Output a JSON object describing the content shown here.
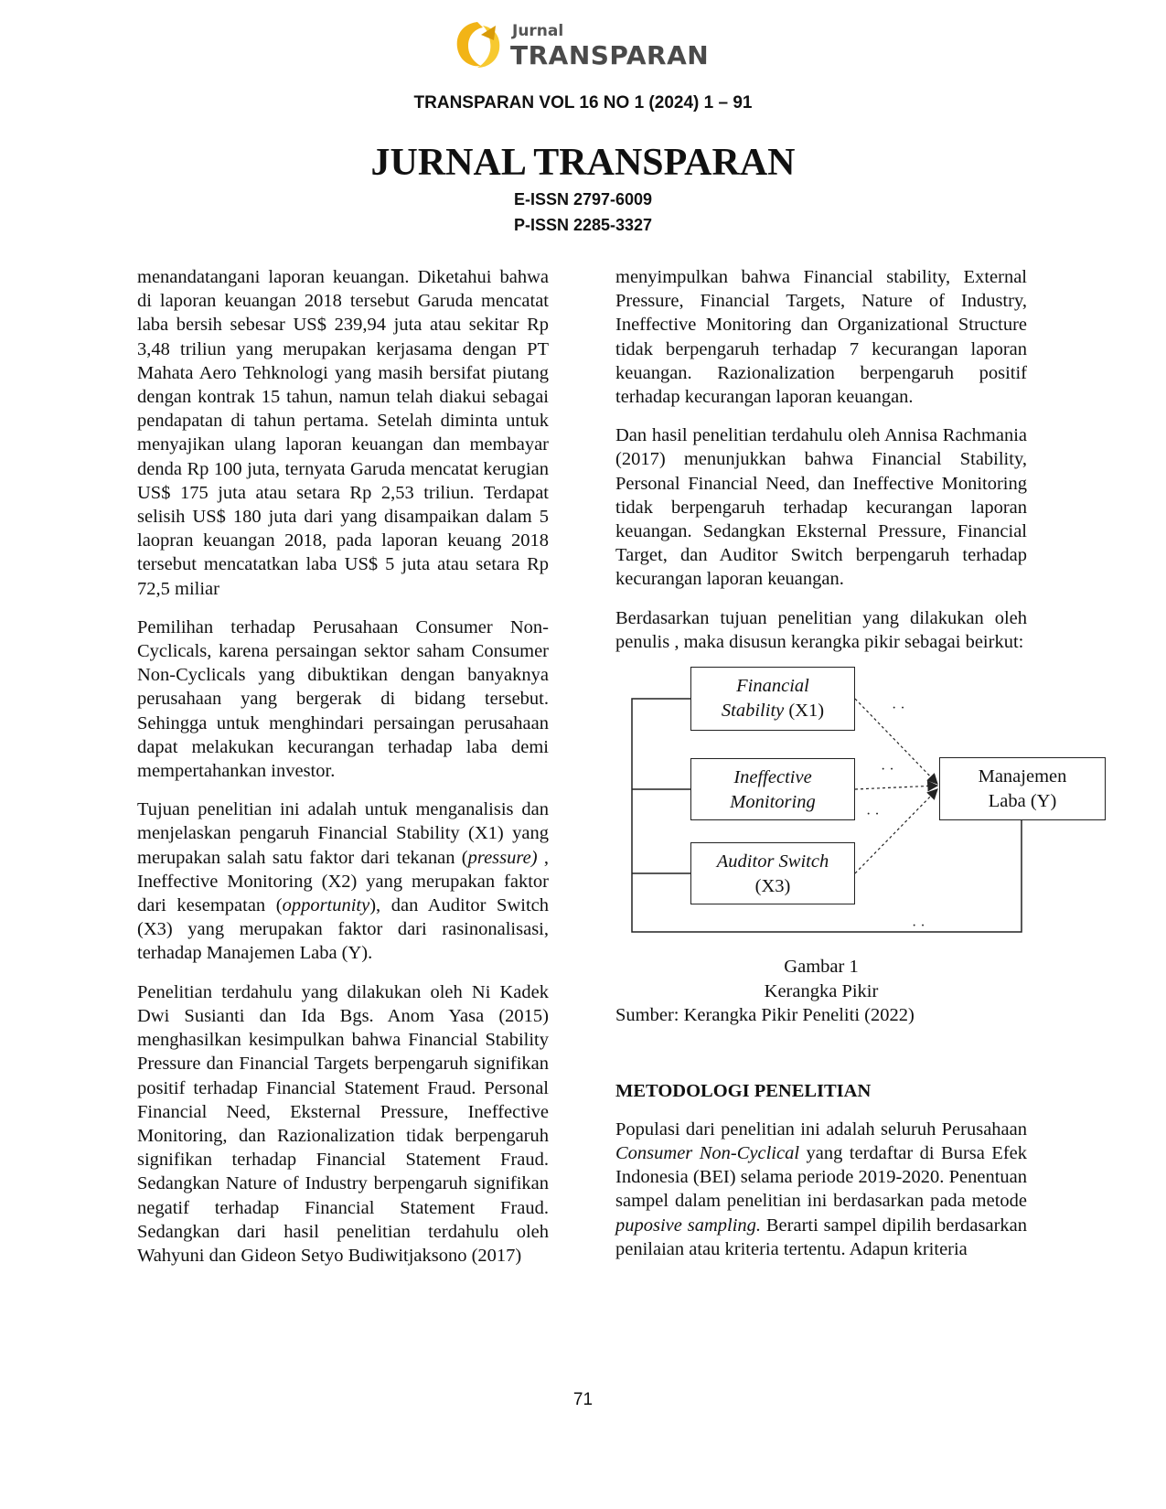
{
  "header": {
    "logo_small": "Jurnal",
    "logo_big": "TRANSPARAN",
    "volume": "TRANSPARAN VOL 16 NO 1 (2024) 1 – 91",
    "journal_title": "JURNAL TRANSPARAN",
    "eissn": "E-ISSN 2797-6009",
    "pissn": "P-ISSN 2285-3327"
  },
  "left_column": {
    "p1": "menandatangani laporan keuangan. Diketahui bahwa di laporan keuangan 2018 tersebut Garuda mencatat laba bersih sebesar US$ 239,94 juta atau sekitar Rp 3,48 triliun yang merupakan kerjasama dengan PT Mahata Aero Tehknologi yang masih bersifat piutang dengan kontrak 15 tahun, namun telah diakui sebagai pendapatan di tahun pertama. Setelah diminta untuk menyajikan ulang laporan keuangan dan membayar denda Rp 100 juta, ternyata Garuda mencatat kerugian US$ 175 juta atau setara Rp 2,53 triliun. Terdapat selisih US$ 180 juta dari yang disampaikan dalam 5 laopran keuangan 2018, pada laporan keuang 2018 tersebut mencatatkan laba US$ 5 juta atau setara Rp 72,5 miliar",
    "p2": "Pemilihan terhadap Perusahaan Consumer Non-Cyclicals, karena persaingan sektor saham Consumer Non-Cyclicals yang dibuktikan dengan banyaknya perusahaan yang bergerak di bidang tersebut. Sehingga untuk menghindari persaingan perusahaan dapat melakukan kecurangan terhadap laba demi mempertahankan investor.",
    "p3_a": "Tujuan penelitian ini adalah untuk menganalisis dan menjelaskan pengaruh Financial Stability (X1) yang merupakan salah satu faktor dari tekanan (",
    "p3_b": "pressure)",
    "p3_c": " , Ineffective Monitoring (X2) yang merupakan faktor dari kesempatan (",
    "p3_d": "opportunity",
    "p3_e": "), dan Auditor Switch (X3) yang merupakan faktor dari rasinonalisasi, terhadap Manajemen Laba (Y).",
    "p4": "Penelitian terdahulu yang dilakukan oleh Ni Kadek Dwi Susianti dan Ida Bgs. Anom Yasa (2015) menghasilkan kesimpulkan bahwa Financial Stability Pressure dan Financial Targets berpengaruh signifikan positif terhadap Financial Statement Fraud. Personal Financial Need, Eksternal Pressure, Ineffective Monitoring, dan Razionalization tidak berpengaruh signifikan terhadap Financial Statement Fraud. Sedangkan Nature of Industry berpengaruh signifikan negatif terhadap Financial Statement Fraud. Sedangkan dari hasil penelitian terdahulu oleh Wahyuni dan Gideon Setyo Budiwitjaksono (2017)"
  },
  "right_column": {
    "p1": "menyimpulkan bahwa Financial stability, External Pressure, Financial Targets, Nature of Industry, Ineffective Monitoring dan Organizational Structure tidak berpengaruh terhadap 7 kecurangan laporan keuangan. Razionalization berpengaruh positif terhadap kecurangan laporan keuangan.",
    "p2": "Dan hasil penelitian terdahulu oleh Annisa Rachmania (2017) menunjukkan bahwa Financial Stability, Personal Financial Need, dan Ineffective Monitoring tidak berpengaruh terhadap kecurangan laporan keuangan. Sedangkan Eksternal Pressure, Financial Target, dan Auditor Switch berpengaruh terhadap kecurangan laporan keuangan.",
    "p3": "Berdasarkan tujuan penelitian yang dilakukan oleh penulis , maka disusun kerangka pikir sebagai beirkut:",
    "figure": {
      "x1_line1": "Financial",
      "x1_line2_it": "Stability",
      "x1_line2_rest": " (X1)",
      "x2_line1": "Ineffective",
      "x2_line2": "Monitoring",
      "x3_line1": "Auditor Switch",
      "x3_line2": "(X3)",
      "y_line1": "Manajemen",
      "y_line2": "Laba (Y)"
    },
    "caption_1": "Gambar 1",
    "caption_2": "Kerangka Pikir",
    "caption_3": "Sumber: Kerangka Pikir Peneliti (2022)",
    "heading": "METODOLOGI PENELITIAN",
    "p4_a": "Populasi dari penelitian ini adalah seluruh Perusahaan ",
    "p4_b": "Consumer Non-Cyclical",
    "p4_c": " yang terdaftar di Bursa Efek Indonesia (BEI) selama periode 2019-2020. Penentuan sampel dalam penelitian ini berdasarkan pada metode ",
    "p4_d": "puposive sampling.",
    "p4_e": " Berarti sampel dipilih berdasarkan penilaian atau kriteria tertentu. Adapun kriteria"
  },
  "footer": {
    "page_number": "71"
  }
}
